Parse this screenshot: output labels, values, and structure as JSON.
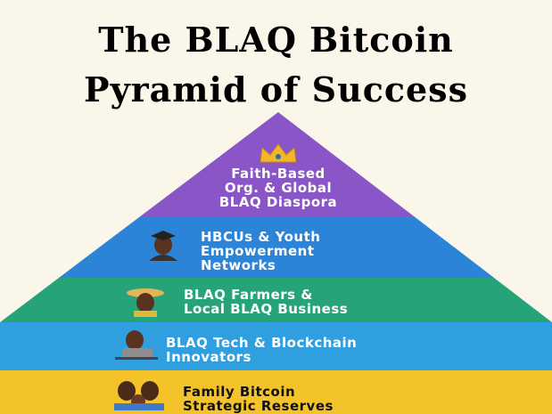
{
  "title": {
    "line1": "The BLAQ Bitcoin",
    "line2": "Pyramid of Success"
  },
  "tiers": [
    {
      "line1": "Faith-Based",
      "line2": "Org. & Global",
      "line3": "BLAQ Diaspora",
      "icon": "crown-icon",
      "color": "#8a55c7"
    },
    {
      "line1": "HBCUs & Youth",
      "line2": "Empowerment",
      "line3": "Networks",
      "icon": "graduate-icon",
      "color": "#2b84d8"
    },
    {
      "line1": "BLAQ Farmers &",
      "line2": "Local BLAQ Business",
      "icon": "farmer-icon",
      "color": "#27a37a"
    },
    {
      "line1": "BLAQ Tech & Blockchain",
      "line2": "Innovators",
      "icon": "technologist-icon",
      "color": "#2f9fe0"
    },
    {
      "line1": "Family Bitcoin",
      "line2": "Strategic Reserves",
      "icon": "family-icon",
      "color": "#f4c32a"
    }
  ]
}
